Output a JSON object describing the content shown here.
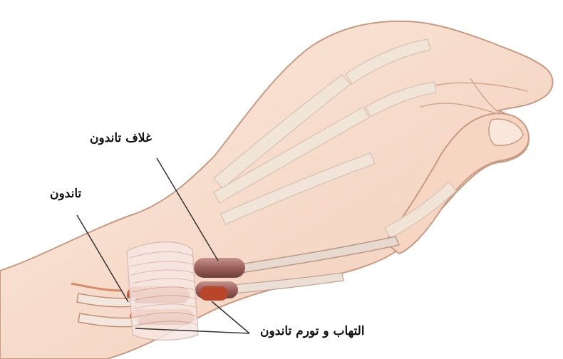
{
  "labels": {
    "tendon_sheath": "غلاف تاندون",
    "tendon": "تاندون",
    "inflammation": "التهاب و تورم تاندون"
  },
  "colors": {
    "background": "#ffffff",
    "skin": "#f7dccb",
    "skin_outline": "#c89a82",
    "bone": "#f1e6da",
    "tendon": "#e7d9cf",
    "sheath": "#a8706a",
    "inflamed": "#c8502c",
    "leader_line": "#333333"
  },
  "icons": [
    "hand-illustration",
    "wrist-ligament-band",
    "tendon-sheath",
    "inflamed-tendon"
  ]
}
